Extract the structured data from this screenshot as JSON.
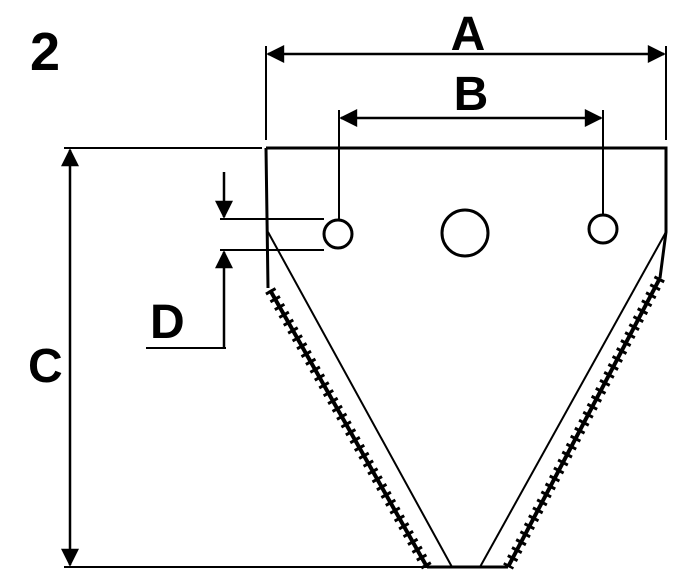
{
  "figure": {
    "number": "2",
    "dimension_labels": {
      "a": "A",
      "b": "B",
      "c": "C",
      "d": "D"
    }
  },
  "colors": {
    "ink": "#000000",
    "background": "#ffffff"
  }
}
